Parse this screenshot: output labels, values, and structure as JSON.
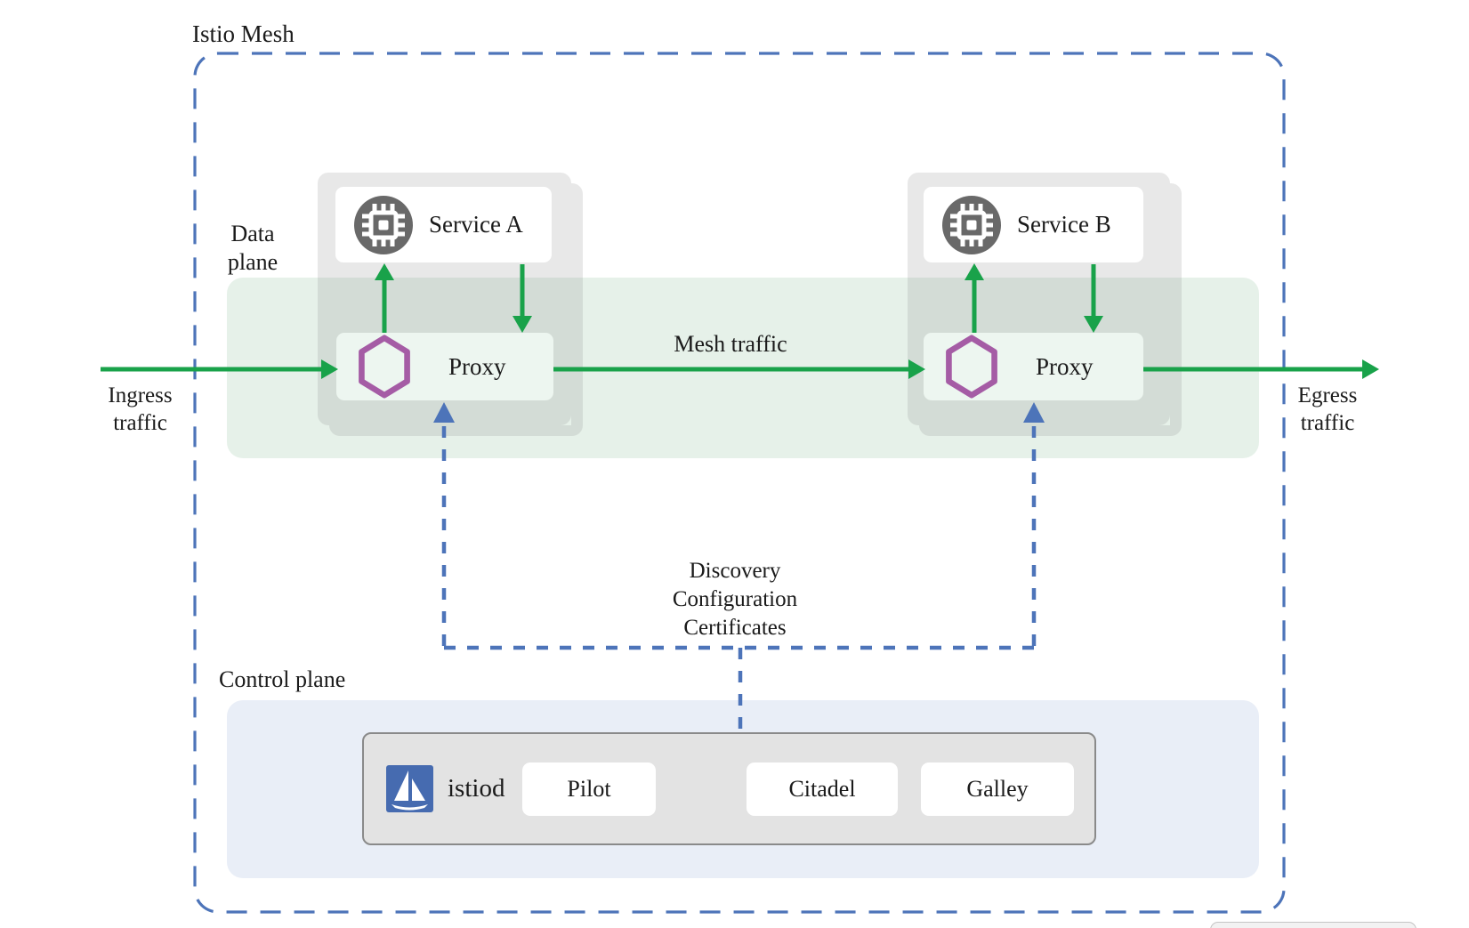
{
  "diagram": {
    "title": "Istio Mesh",
    "labels": {
      "data_plane": [
        "Data",
        "plane"
      ],
      "control_plane": "Control plane",
      "ingress": [
        "Ingress",
        "traffic"
      ],
      "egress": [
        "Egress",
        "traffic"
      ],
      "mesh_traffic": "Mesh traffic",
      "control_messages": [
        "Discovery",
        "Configuration",
        "Certificates"
      ]
    },
    "services": [
      {
        "name": "Service A",
        "proxy_label": "Proxy"
      },
      {
        "name": "Service B",
        "proxy_label": "Proxy"
      }
    ],
    "control_plane_box": {
      "istiod_label": "istiod",
      "components": [
        "Pilot",
        "Citadel",
        "Galley"
      ]
    },
    "colors": {
      "traffic_green": "#19a24a",
      "control_blue": "#4d74b9",
      "proxy_purple": "#a55ca5",
      "chip_gray": "#696969",
      "istio_blue": "#466bb0"
    }
  }
}
